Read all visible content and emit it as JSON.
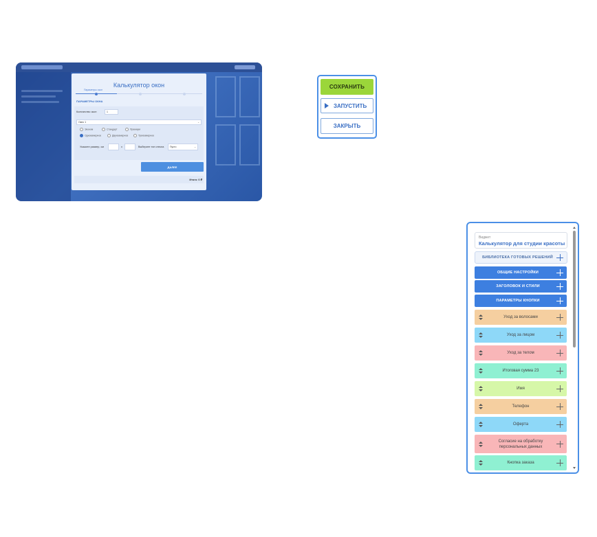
{
  "preview": {
    "calculator": {
      "title": "Калькулятор окон",
      "steps": [
        "Параметры окон",
        "",
        ""
      ],
      "section_label": "ПАРАМЕТРЫ ОКНА",
      "windows_count_label": "Количество окон",
      "windows_count_value": "1",
      "window_select_value": "Окно 1",
      "options_type": [
        "Эконом",
        "Стандарт",
        "Премиум"
      ],
      "options_chamber": [
        "Однокамерное",
        "Двухкамерное",
        "Трехкамерное"
      ],
      "size_label": "Укажите размер, см",
      "size_separator": "x",
      "glass_label": "Выберите тип стекла",
      "glass_value": "Пусто",
      "next_label": "ДАЛЕЕ",
      "total_label": "Итого: 0 ₽"
    }
  },
  "actions": {
    "save_label": "СОХРАНИТЬ",
    "run_label": "ЗАПУСТИТЬ",
    "close_label": "ЗАКРЫТЬ"
  },
  "panel": {
    "widget_caption": "Виджет",
    "widget_name": "Калькулятор для студии красоты",
    "library_label": "БИБЛИОТЕКА ГОТОВЫХ РЕШЕНИЙ",
    "settings": [
      {
        "label": "ОБЩИЕ НАСТРОЙКИ"
      },
      {
        "label": "ЗАГОЛОВОК И СТИЛИ"
      },
      {
        "label": "ПАРАМЕТРЫ КНОПКИ"
      }
    ],
    "blocks": [
      {
        "label": "Уход за волосами",
        "color": "#f5cfa0"
      },
      {
        "label": "Уход за лицом",
        "color": "#8ed8f8"
      },
      {
        "label": "Уход за телом",
        "color": "#f9b6b8"
      },
      {
        "label": "Итоговая сумма 23",
        "color": "#8ff0d2"
      },
      {
        "label": "Имя",
        "color": "#d6f7a8"
      },
      {
        "label": "Телефон",
        "color": "#f5cfa0"
      },
      {
        "label": "Оферта",
        "color": "#8ed8f8"
      },
      {
        "label": "Согласие на обработку персональных данных",
        "color": "#f9b6b8"
      },
      {
        "label": "Кнопка заказа",
        "color": "#8ff0d2"
      }
    ]
  },
  "colors": {
    "accent_blue": "#3d7fe0",
    "panel_border": "#4a8fe6",
    "save_green": "#9bd63a"
  }
}
